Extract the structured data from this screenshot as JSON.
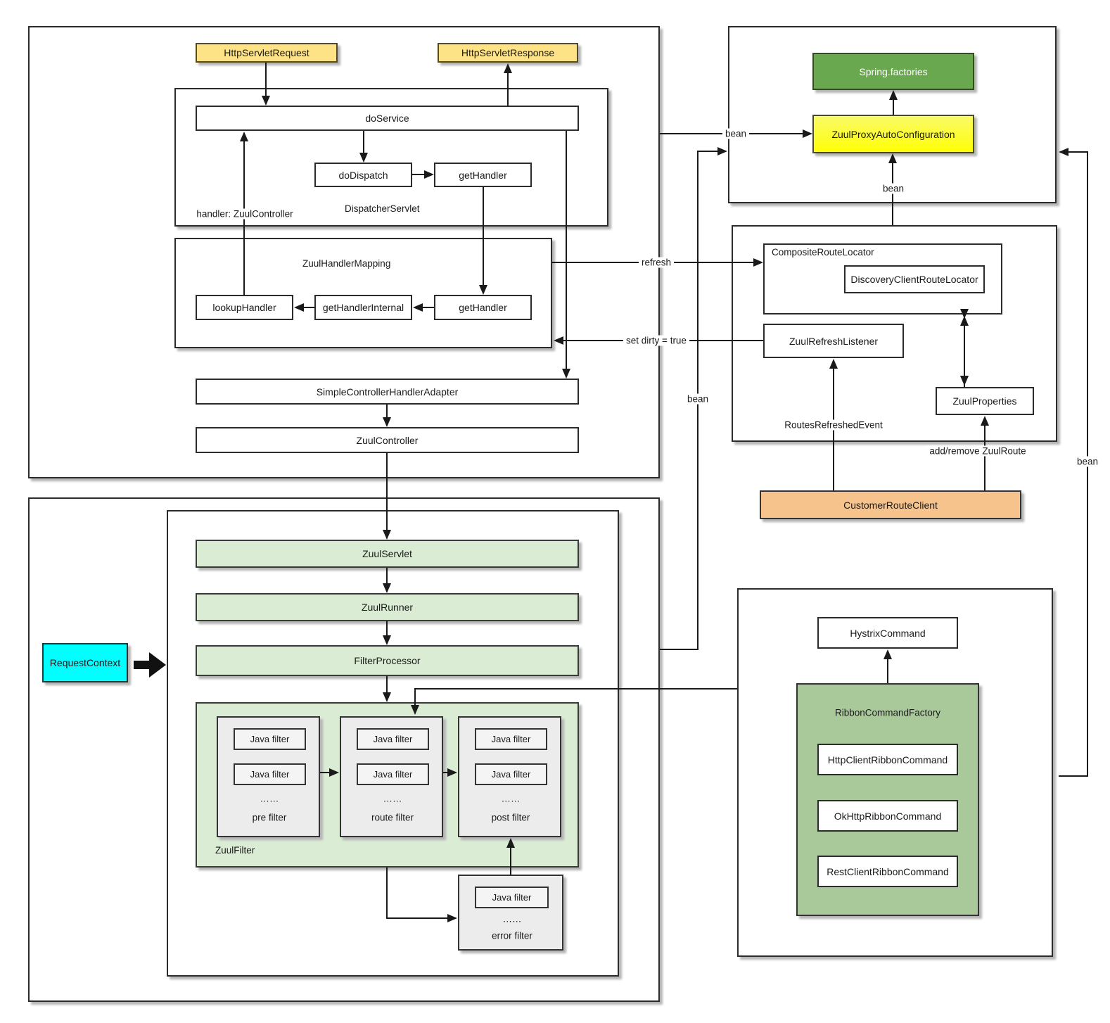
{
  "colors": {
    "servlet_io_fill": "#fde286",
    "spring_factories_fill": "#6aa84f",
    "auto_configuration_fill": "#fdfd0a",
    "customer_route_client_fill": "#f7c38c",
    "zuul_bar_fill": "#daecd4",
    "ribbon_factory_fill": "#a9c99b",
    "request_context_fill": "#00ffff",
    "filter_group_fill": "#ececec",
    "line_color": "#1a1a1a"
  },
  "edges": {
    "bean": "bean",
    "refresh": "refresh",
    "set_dirty": "set dirty = true",
    "routes_refreshed_event": "RoutesRefreshedEvent",
    "add_remove_zuul_route": "add/remove ZuulRoute",
    "handler_note": "handler: ZuulController"
  },
  "top_left": {
    "http_servlet_request": "HttpServletRequest",
    "http_servlet_response": "HttpServletResponse",
    "dispatcher": {
      "label": "DispatcherServlet",
      "do_service": "doService",
      "do_dispatch": "doDispatch",
      "get_handler": "getHandler"
    },
    "mapping": {
      "label": "ZuulHandlerMapping",
      "lookup_handler": "lookupHandler",
      "get_handler_internal": "getHandlerInternal",
      "get_handler": "getHandler"
    },
    "simple_controller_handler_adapter": "SimpleControllerHandlerAdapter",
    "zuul_controller": "ZuulController"
  },
  "bottom_left": {
    "request_context": "RequestContext",
    "zuul_servlet": "ZuulServlet",
    "zuul_runner": "ZuulRunner",
    "filter_processor": "FilterProcessor",
    "zuul_filter": {
      "label": "ZuulFilter",
      "java_filter": "Java filter",
      "dots": "……",
      "pre_filter": "pre filter",
      "route_filter": "route filter",
      "post_filter": "post filter",
      "error_filter": "error filter"
    }
  },
  "top_right": {
    "spring_factories": "Spring.factories",
    "zuul_proxy_auto_configuration": "ZuulProxyAutoConfiguration"
  },
  "middle_right": {
    "composite_route_locator": "CompositeRouteLocator",
    "discovery_client_route_locator": "DiscoveryClientRouteLocator",
    "zuul_refresh_listener": "ZuulRefreshListener",
    "zuul_properties": "ZuulProperties",
    "customer_route_client": "CustomerRouteClient"
  },
  "bottom_right": {
    "hystrix_command": "HystrixCommand",
    "ribbon_command_factory": "RibbonCommandFactory",
    "http_client_ribbon_command": "HttpClientRibbonCommand",
    "ok_http_ribbon_command": "OkHttpRibbonCommand",
    "rest_client_ribbon_command": "RestClientRibbonCommand"
  }
}
